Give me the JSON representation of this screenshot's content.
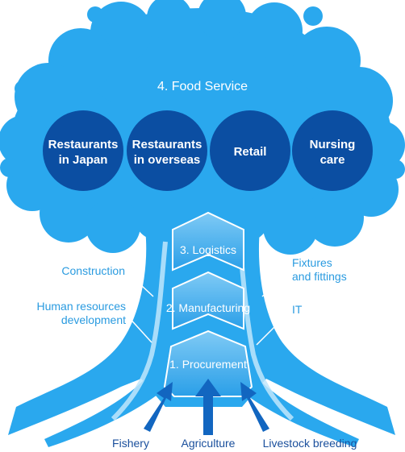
{
  "food_service": {
    "title": "4. Food Service",
    "circles": [
      {
        "line1": "Restaurants",
        "line2": "in Japan"
      },
      {
        "line1": "Restaurants",
        "line2": "in overseas"
      },
      {
        "line1": "Retail",
        "line2": ""
      },
      {
        "line1": "Nursing",
        "line2": "care"
      }
    ]
  },
  "trunk_stages": {
    "logistics": "3. Logistics",
    "manufacturing": "2. Manufacturing",
    "procurement": "1. Procurement"
  },
  "side_labels": {
    "construction": "Construction",
    "human_resources_line1": "Human resources",
    "human_resources_line2": "development",
    "fixtures_line1": "Fixtures",
    "fixtures_line2": "and fittings",
    "it": "IT"
  },
  "inputs": {
    "fishery": "Fishery",
    "agriculture": "Agriculture",
    "livestock": "Livestock breeding"
  },
  "colors": {
    "canopy": "#2aa8ee",
    "trunk_light": "#39b0f0",
    "circle": "#0b4ea2",
    "arrow": "#1266c0",
    "label_blue": "#2a9be0",
    "input_label": "#1a4f9c"
  }
}
